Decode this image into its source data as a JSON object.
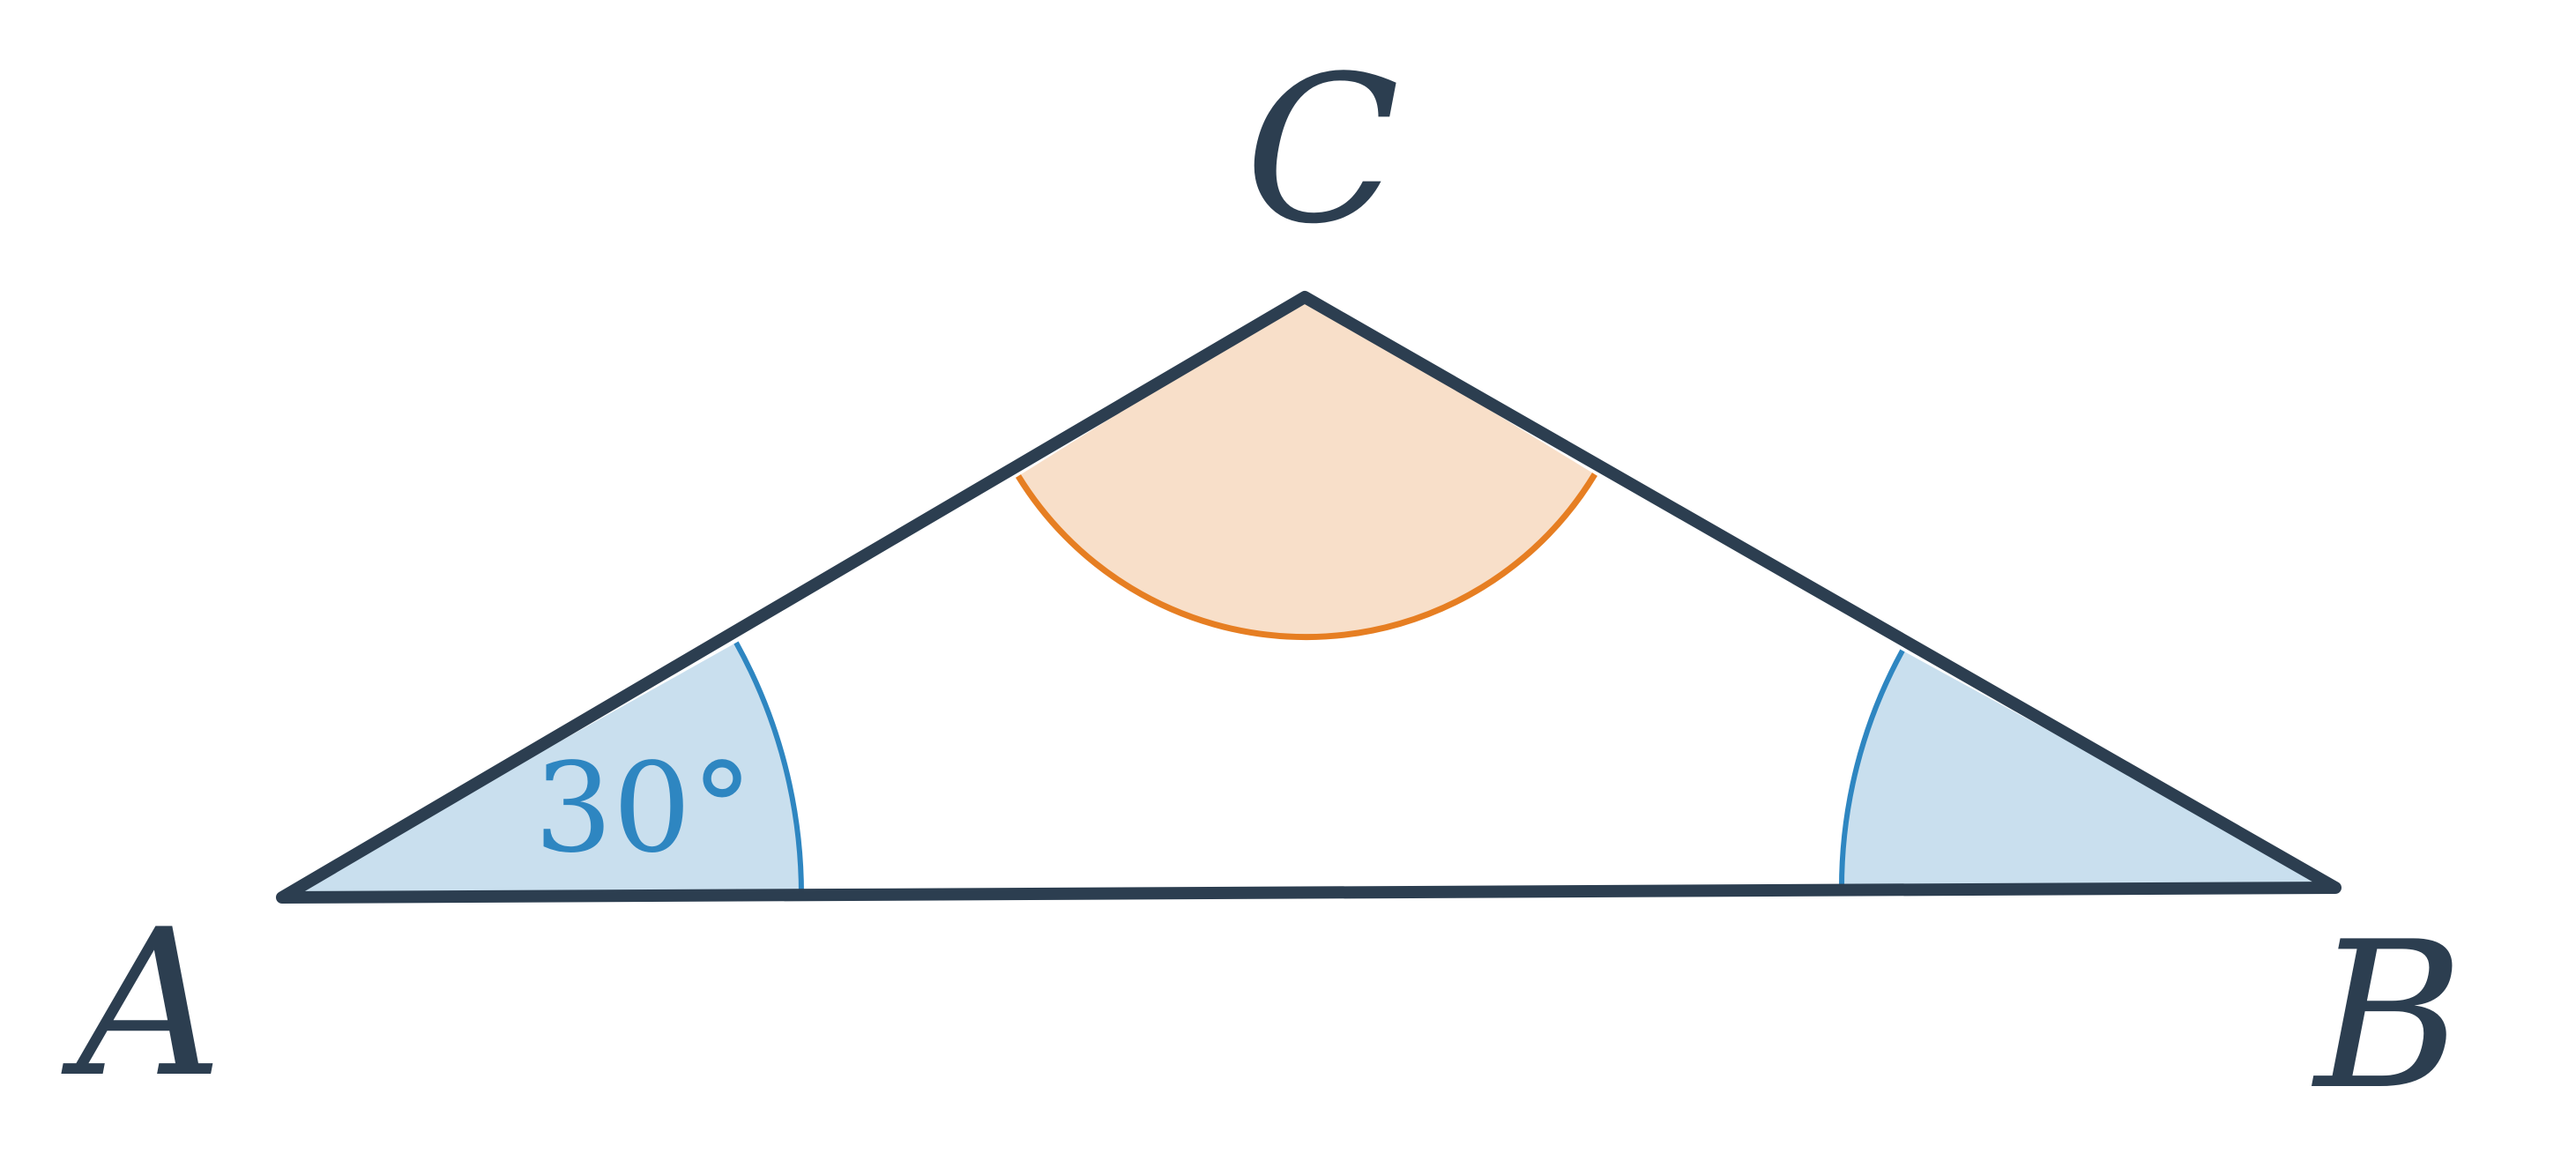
{
  "diagram": {
    "vertices": {
      "A": "A",
      "B": "B",
      "C": "C"
    },
    "angle_label_A": "30°"
  },
  "colors": {
    "triangle_stroke": "#2c3e50",
    "angle_A_fill": "#c9dfee",
    "angle_A_stroke": "#2e86c1",
    "angle_B_fill": "#c9dfee",
    "angle_B_stroke": "#2e86c1",
    "angle_C_fill": "#f8dfc9",
    "angle_C_stroke": "#e67e22"
  }
}
